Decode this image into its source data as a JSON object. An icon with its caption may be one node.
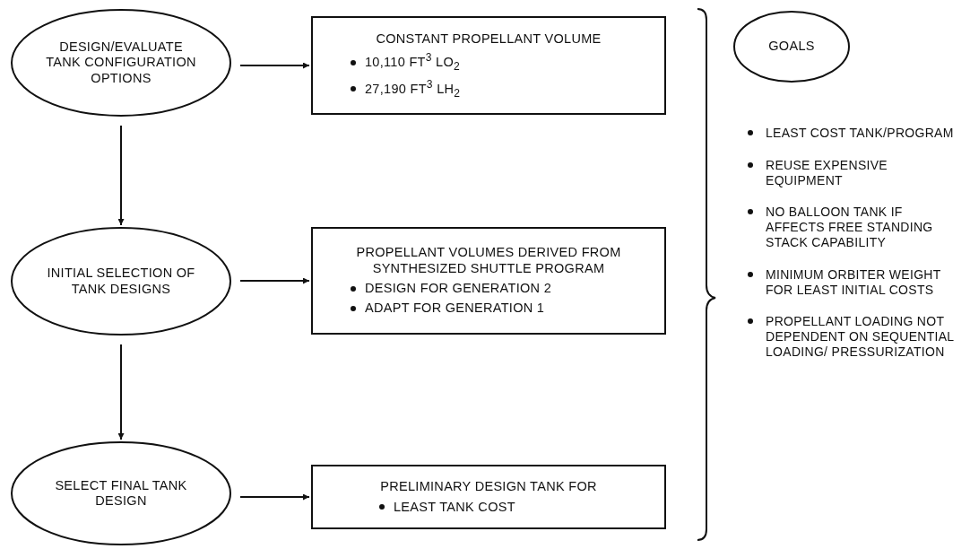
{
  "diagram": {
    "nodes": [
      {
        "text": [
          "DESIGN/EVALUATE TANK CONFIGURATION OPTIONS"
        ]
      },
      {
        "text": [
          "CONSTANT PROPELLANT VOLUME",
          "10,110 FT$^{3}$ LO$_{2}$",
          "27,190 FT$^{3}$ LH$_{2}$"
        ]
      },
      {
        "text": [
          "INITIAL SELECTION OF TANK DESIGNS"
        ]
      },
      {
        "text": [
          "PROPELLANT VOLUMES DERIVED FROM SYNTHESIZED SHUTTLE PROGRAM",
          "DESIGN FOR GENERATION 2",
          "ADAPT FOR GENERATION 1"
        ]
      },
      {
        "text": [
          "SELECT FINAL TANK DESIGN"
        ]
      },
      {
        "text": [
          "PRELIMINARY DESIGN TANK FOR",
          "LEAST TANK COST"
        ]
      },
      {
        "text": [
          "GOALS"
        ]
      }
    ],
    "edges": [
      {
        "from": 0,
        "to": 1,
        "arrow": "to"
      },
      {
        "from": 0,
        "to": 2,
        "arrow": "to"
      },
      {
        "from": 2,
        "to": 3,
        "arrow": "to"
      },
      {
        "from": 2,
        "to": 4,
        "arrow": "to"
      },
      {
        "from": 4,
        "to": 5,
        "arrow": "to"
      }
    ],
    "labels": [
      "LEAST COST TANK/PROGRAM",
      "REUSE EXPENSIVE EQUIPMENT",
      "NO BALLOON TANK IF AFFECTS FREE STANDING STACK CAPABILITY",
      "MINIMUM ORBITER WEIGHT FOR LEAST INITIAL COSTS",
      "PROPELLANT LOADING NOT DEPENDENT ON SEQUENTIAL LOADING/ PRESSURIZATION"
    ]
  }
}
